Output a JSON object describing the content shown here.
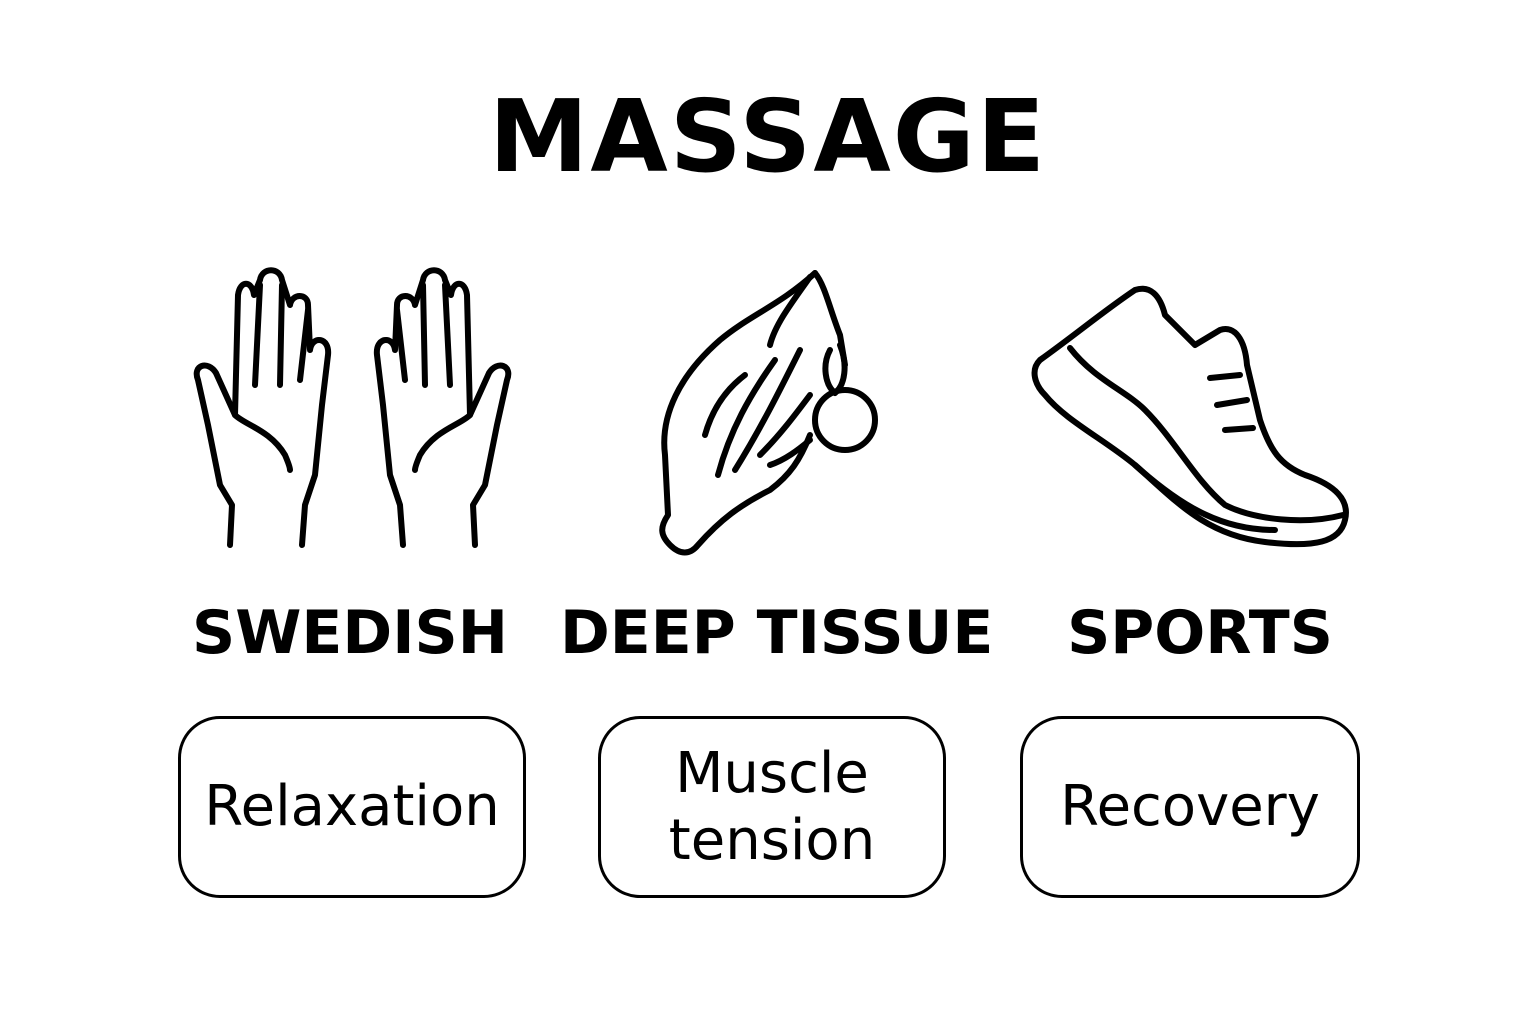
{
  "title": "MASSAGE",
  "types": [
    {
      "name": "SWEDISH",
      "icon": "hands-icon",
      "benefit": "Relaxation"
    },
    {
      "name": "DEEP TISSUE",
      "icon": "muscle-icon",
      "benefit": "Muscle tension"
    },
    {
      "name": "SPORTS",
      "icon": "shoe-icon",
      "benefit": "Recovery"
    }
  ]
}
